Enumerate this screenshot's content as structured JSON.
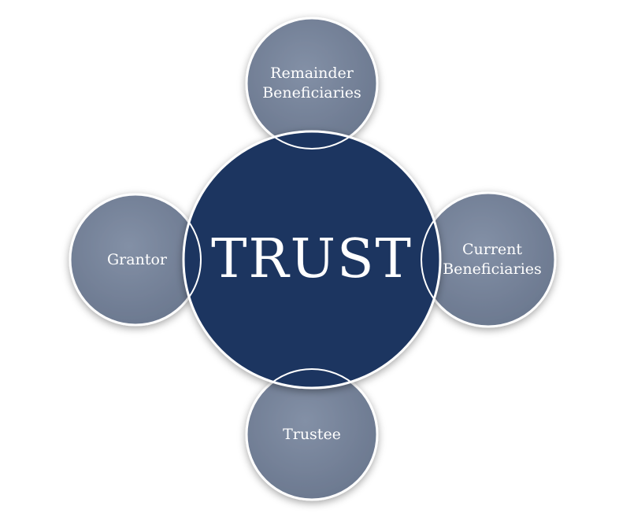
{
  "diagram": {
    "center": {
      "label": "TRUST"
    },
    "nodes": {
      "top": {
        "label": "Remainder\nBeneficiaries"
      },
      "left": {
        "label": "Grantor"
      },
      "right": {
        "label": "Current\nBeneficiaries"
      },
      "bottom": {
        "label": "Trustee"
      }
    },
    "colors": {
      "center_fill": "#1a3461",
      "satellite_fill": "#7a879e",
      "satellite_shade": "#5f6c83",
      "outline": "#ffffff"
    }
  }
}
